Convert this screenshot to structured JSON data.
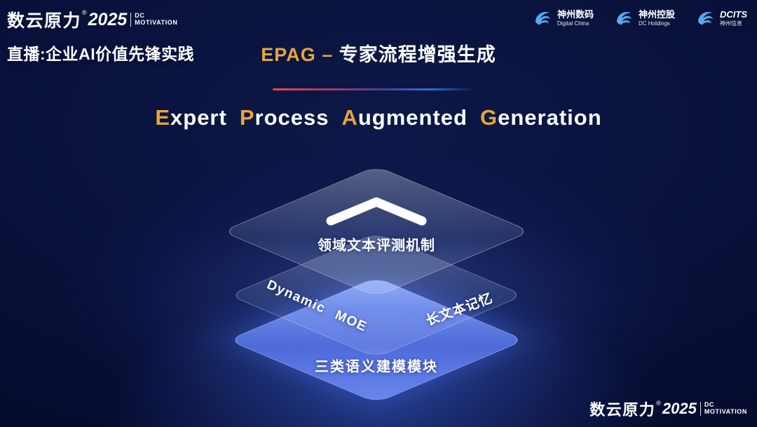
{
  "colors": {
    "gold": "#e5a63a",
    "logo_blue": "#57a8f0",
    "layer_blue": "#5472e6",
    "background_navy": "#070e34"
  },
  "brand": {
    "name": "数云原力",
    "reg": "®",
    "year": "2025",
    "sub_line1": "DC",
    "sub_line2": "MOTIVATION"
  },
  "header": {
    "live_label": "直播:企业AI价值先锋实践",
    "title_abbr": "EPAG",
    "title_dash": "–",
    "title_cn": "专家流程增强生成"
  },
  "partner_logos": [
    {
      "line1": "神州数码",
      "line2": "Digital China"
    },
    {
      "line1": "神州控股",
      "line2": "DC Holdings"
    },
    {
      "line1": "DCITS",
      "line2": "神州信息"
    }
  ],
  "en_title": {
    "words": [
      {
        "first": "E",
        "rest": "xpert"
      },
      {
        "first": "P",
        "rest": "rocess"
      },
      {
        "first": "A",
        "rest": "ugmented"
      },
      {
        "first": "G",
        "rest": "eneration"
      }
    ]
  },
  "diagram": {
    "top_label": "领域文本评测机制",
    "mid_left_label": "Dynamic MOE",
    "mid_right_label": "长文本记忆",
    "bottom_label": "三类语义建模模块"
  }
}
